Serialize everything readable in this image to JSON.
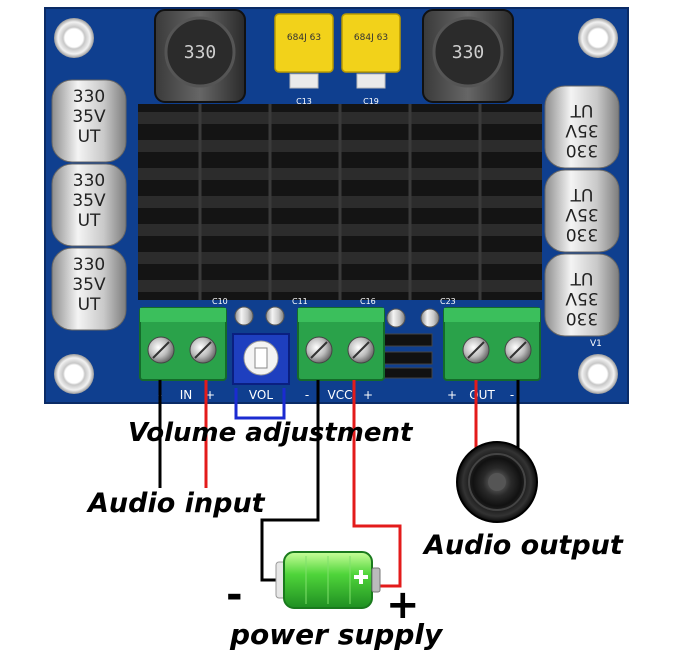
{
  "board": {
    "inductor_marking": "330",
    "film_cap_marking": "684J 63",
    "film_caps": [
      {
        "ref": "C13"
      },
      {
        "ref": "C19"
      }
    ],
    "electrolytic_caps": {
      "value": "330",
      "voltage": "35V",
      "brand": "UT"
    },
    "small_cap_refs": [
      "C10",
      "C11",
      "C16",
      "C23"
    ],
    "board_ref": "V1",
    "terminals": [
      {
        "id": "in",
        "name": "IN",
        "minus": "-",
        "plus": "+"
      },
      {
        "id": "vcc",
        "name": "VCC",
        "minus": "-",
        "plus": "+"
      },
      {
        "id": "out",
        "name": "OUT",
        "minus": "-",
        "plus": "+",
        "plus_first": true
      }
    ],
    "pot_label": "VOL"
  },
  "annotations": {
    "volume": "Volume adjustment",
    "audio_input": "Audio input",
    "audio_output": "Audio output",
    "power_supply": "power supply",
    "minus_sign": "-",
    "plus_sign": "+"
  },
  "colors": {
    "pcb": "#0f3f8f",
    "terminal_block": "#2aa24a",
    "heatsink": "#1a1a1a",
    "wire_negative": "#000000",
    "wire_positive": "#e31b1b",
    "vol_box": "#1b2bd1",
    "battery": "#4fd43a"
  }
}
